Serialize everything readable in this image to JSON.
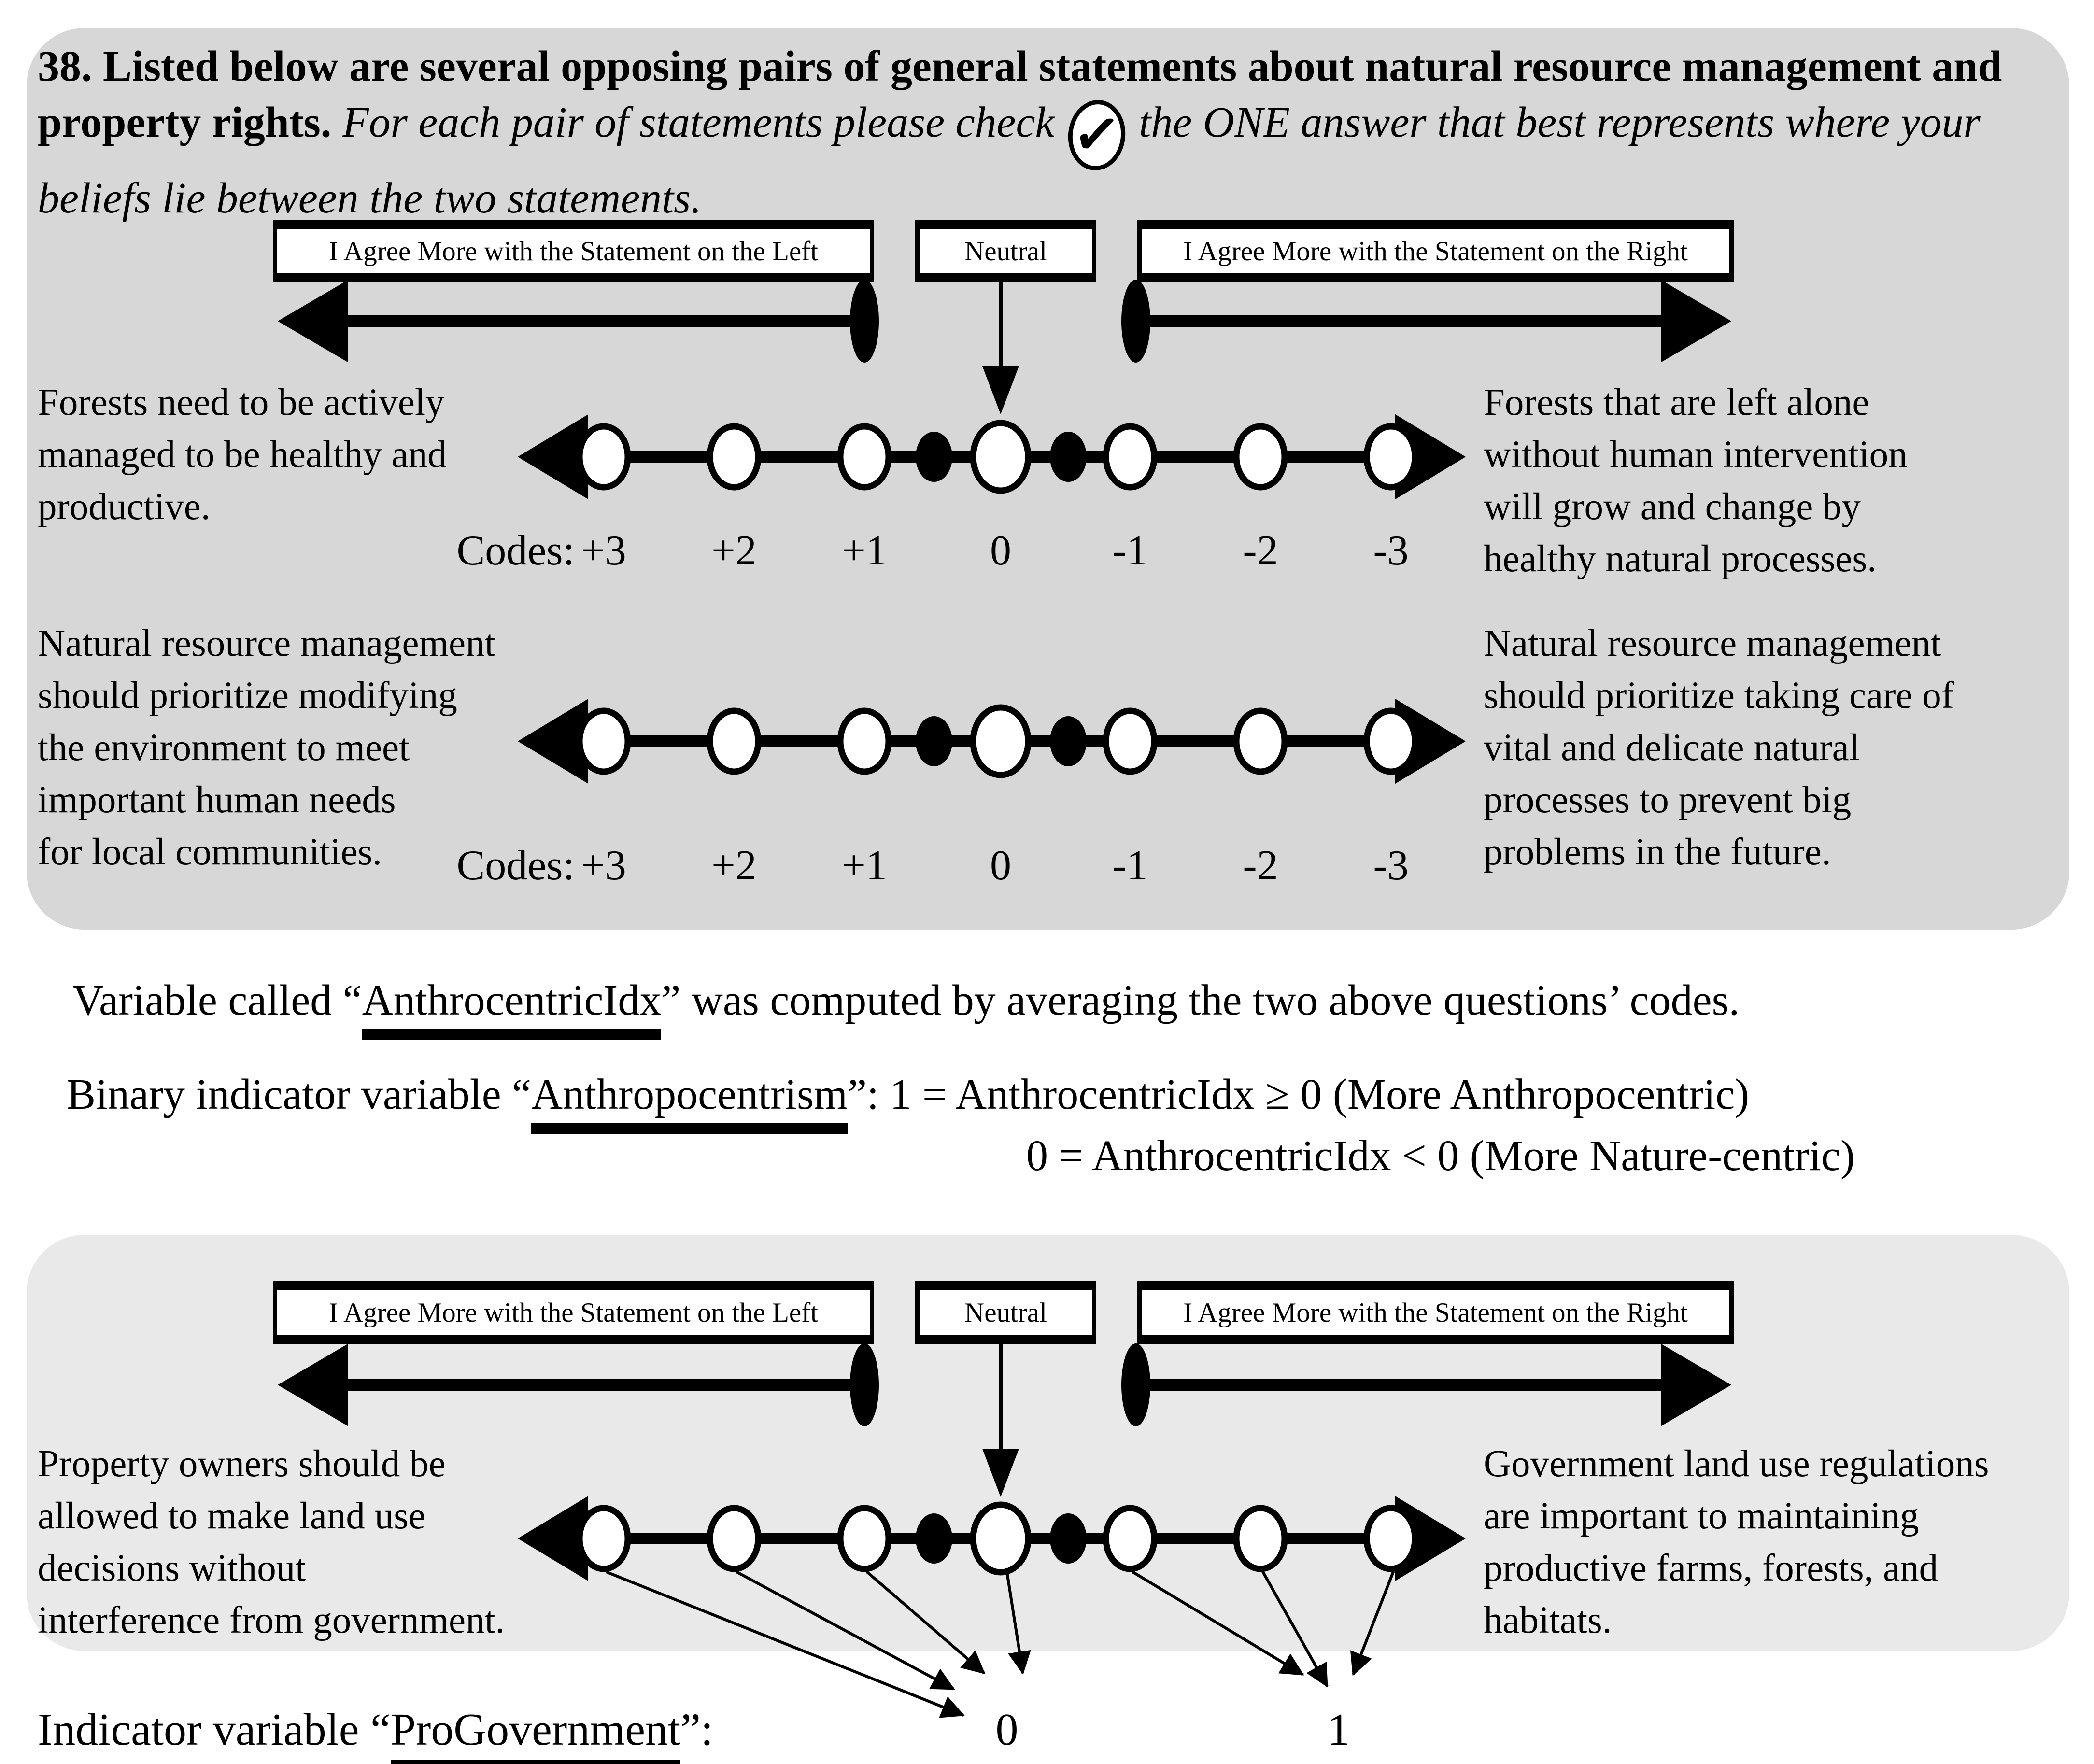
{
  "title": {
    "bold": "38. Listed below are several opposing pairs of general statements about natural resource management and property rights.",
    "italic_before_check": " For each pair of statements please check ",
    "check_icon": "✓",
    "italic_after_check": " the ONE answer that best represents where your beliefs lie between the two statements."
  },
  "scale_header": {
    "left_box": "I Agree More with the Statement on the Left",
    "neutral_box": "Neutral",
    "right_box": "I Agree More with the Statement on the Right"
  },
  "codes_label": "Codes:",
  "codes": [
    "+3",
    "+2",
    "+1",
    "0",
    "-1",
    "-2",
    "-3"
  ],
  "pairs": [
    {
      "left": "Forests need to be actively\nmanaged to be healthy and\nproductive.",
      "right": "Forests that are left alone\nwithout human intervention\nwill grow and change by\nhealthy natural processes."
    },
    {
      "left": "Natural resource management\nshould prioritize modifying\nthe environment to meet\nimportant human needs\nfor local communities.",
      "right": "Natural resource management\nshould prioritize taking care of\nvital and delicate natural\nprocesses to prevent big\nproblems in the future."
    },
    {
      "left": "Property owners should be\nallowed to make land use\ndecisions without\ninterference from government.",
      "right": "Government land use regulations\nare important to maintaining\nproductive farms, forests, and\nhabitats."
    }
  ],
  "anthro": {
    "line1_pre": "Variable called “",
    "line1_var": "AnthrocentricIdx",
    "line1_post": "” was computed by averaging the two above questions’ codes.",
    "line2_pre": "Binary indicator variable “",
    "line2_var": "Anthropocentrism",
    "line2_post": "”: 1 = AnthrocentricIdx ≥ 0 (More Anthropocentric)",
    "line3": "0 = AnthrocentricIdx < 0 (More Nature-centric)"
  },
  "progov": {
    "label_pre": "Indicator variable “",
    "label_var": "ProGovernment",
    "label_post": "”:",
    "value_left": "0",
    "value_right": "1"
  }
}
